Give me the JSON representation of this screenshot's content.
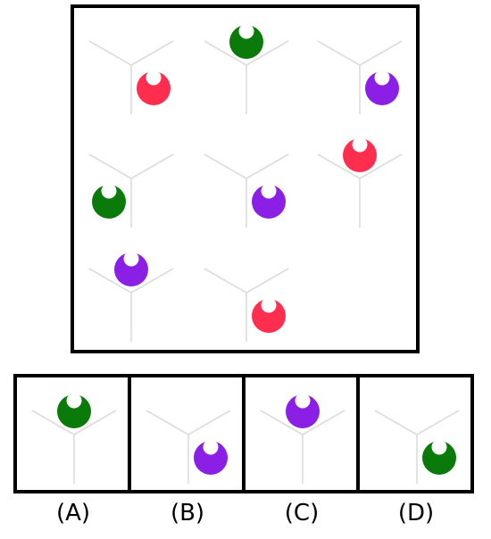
{
  "colors": {
    "red": "#ff2e4f",
    "green": "#0a7a0a",
    "purple": "#8b1fe6",
    "line": "#dcdcdc",
    "border": "#000000"
  },
  "puzzle": {
    "cells": [
      {
        "row": 0,
        "col": 0,
        "position": "bottom-right",
        "color": "red"
      },
      {
        "row": 0,
        "col": 1,
        "position": "top",
        "color": "green"
      },
      {
        "row": 0,
        "col": 2,
        "position": "bottom-right",
        "color": "purple"
      },
      {
        "row": 1,
        "col": 0,
        "position": "bottom-left",
        "color": "green"
      },
      {
        "row": 1,
        "col": 1,
        "position": "bottom-right",
        "color": "purple"
      },
      {
        "row": 1,
        "col": 2,
        "position": "top",
        "color": "red"
      },
      {
        "row": 2,
        "col": 0,
        "position": "top",
        "color": "purple"
      },
      {
        "row": 2,
        "col": 1,
        "position": "bottom-right",
        "color": "red"
      }
    ],
    "missing": {
      "row": 2,
      "col": 2
    }
  },
  "options": [
    {
      "label": "(A)",
      "position": "top",
      "color": "green"
    },
    {
      "label": "(B)",
      "position": "bottom-right",
      "color": "purple"
    },
    {
      "label": "(C)",
      "position": "top",
      "color": "purple"
    },
    {
      "label": "(D)",
      "position": "bottom-right",
      "color": "green"
    }
  ]
}
